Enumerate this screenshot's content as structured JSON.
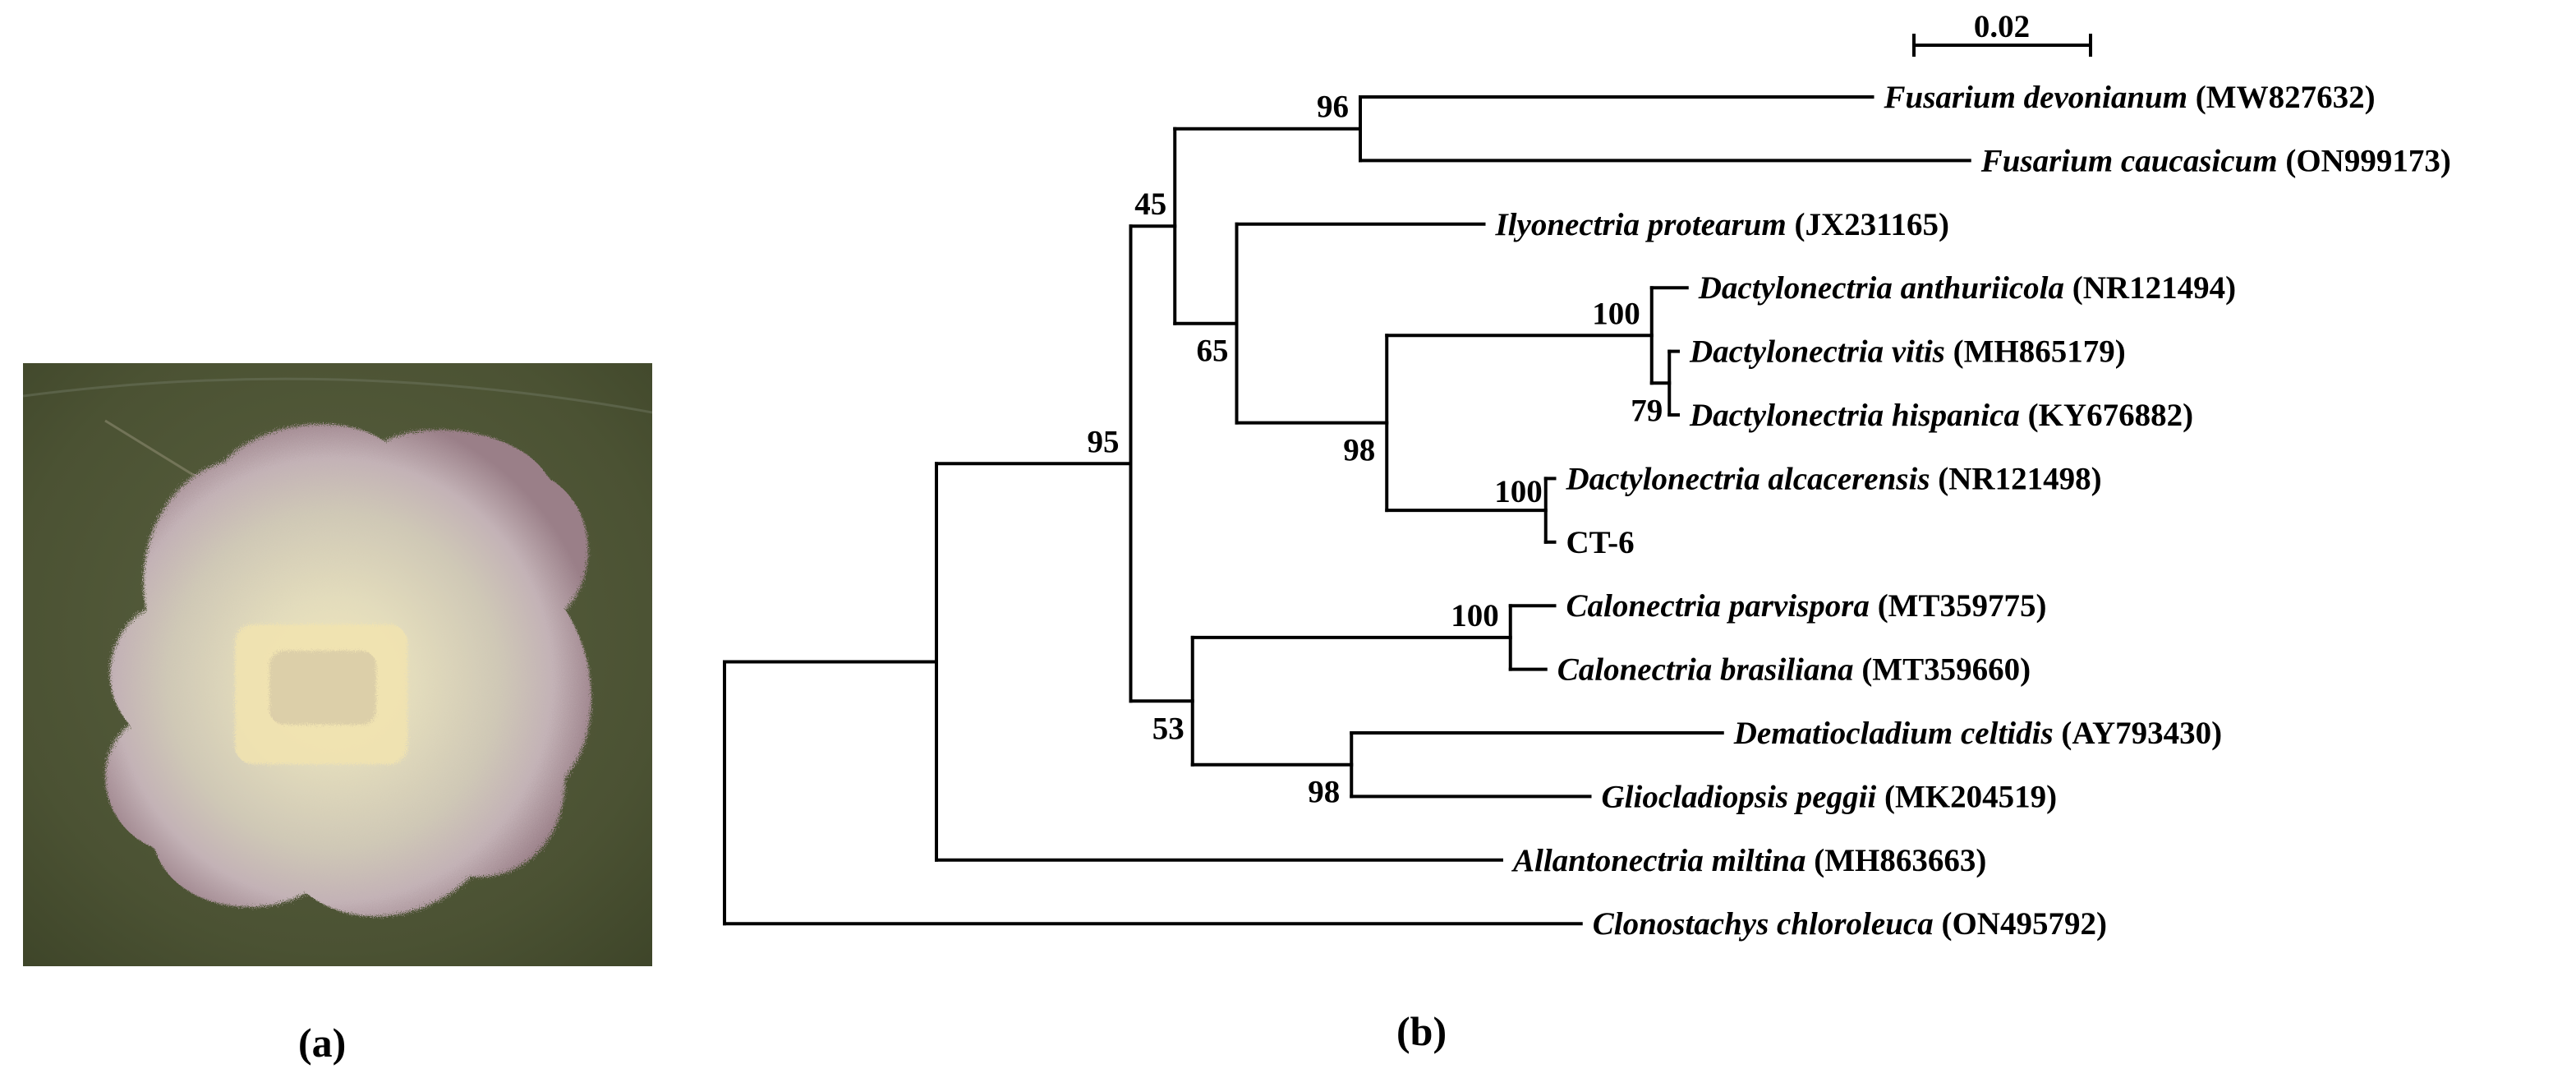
{
  "panels": {
    "a": {
      "label": "(a)"
    },
    "b": {
      "label": "(b)"
    }
  },
  "colors": {
    "agar_background": "#4b5233",
    "colony_outer": "#b09aa2",
    "colony_middle": "#d8d2b2",
    "colony_center": "#efe6b8",
    "line": "#000000"
  },
  "tree": {
    "scale_bar": {
      "label": "0.02",
      "value": 0.02
    },
    "nodes": [
      {
        "id": "root",
        "parent": null
      },
      {
        "id": "n_ingroup",
        "parent": "root",
        "length": 0.024,
        "support": null
      },
      {
        "id": "n95",
        "parent": "n_ingroup",
        "length": 0.022,
        "support": "95"
      },
      {
        "id": "n45",
        "parent": "n95",
        "length": 0.005,
        "support": "45"
      },
      {
        "id": "n96",
        "parent": "n45",
        "length": 0.021,
        "support": "96"
      },
      {
        "id": "n65",
        "parent": "n45",
        "length": 0.007,
        "support": "65"
      },
      {
        "id": "n98a",
        "parent": "n65",
        "length": 0.017,
        "support": "98"
      },
      {
        "id": "n100a",
        "parent": "n98a",
        "length": 0.03,
        "support": "100"
      },
      {
        "id": "n79",
        "parent": "n100a",
        "length": 0.002,
        "support": "79"
      },
      {
        "id": "n100b",
        "parent": "n98a",
        "length": 0.018,
        "support": "100"
      },
      {
        "id": "n53",
        "parent": "n95",
        "length": 0.007,
        "support": "53"
      },
      {
        "id": "n100c",
        "parent": "n53",
        "length": 0.036,
        "support": "100"
      },
      {
        "id": "n98b",
        "parent": "n53",
        "length": 0.018,
        "support": "98"
      }
    ],
    "leaves": [
      {
        "parent": "n96",
        "length": 0.058,
        "genus_species": "Fusarium devonianum",
        "accession": "(MW827632)"
      },
      {
        "parent": "n96",
        "length": 0.069,
        "genus_species": "Fusarium caucasicum",
        "accession": "(ON999173)"
      },
      {
        "parent": "n65",
        "length": 0.028,
        "genus_species": "Ilyonectria protearum",
        "accession": "(JX231165)"
      },
      {
        "parent": "n100a",
        "length": 0.004,
        "genus_species": "Dactylonectria anthuriicola",
        "accession": "(NR121494)"
      },
      {
        "parent": "n79",
        "length": 0.001,
        "genus_species": "Dactylonectria vitis",
        "accession": "(MH865179)"
      },
      {
        "parent": "n79",
        "length": 0.001,
        "genus_species": "Dactylonectria hispanica",
        "accession": "(KY676882)"
      },
      {
        "parent": "n100b",
        "length": 0.001,
        "genus_species": "Dactylonectria alcacerensis",
        "accession": "(NR121498)"
      },
      {
        "parent": "n100b",
        "length": 0.001,
        "genus_species": "",
        "accession": "CT-6"
      },
      {
        "parent": "n100c",
        "length": 0.005,
        "genus_species": "Calonectria parvispora",
        "accession": "(MT359775)"
      },
      {
        "parent": "n100c",
        "length": 0.004,
        "genus_species": "Calonectria brasiliana",
        "accession": "(MT359660)"
      },
      {
        "parent": "n98b",
        "length": 0.042,
        "genus_species": "Dematiocladium celtidis",
        "accession": "(AY793430)"
      },
      {
        "parent": "n98b",
        "length": 0.027,
        "genus_species": "Gliocladiopsis peggii",
        "accession": "(MK204519)"
      },
      {
        "parent": "n_ingroup",
        "length": 0.064,
        "genus_species": "Allantonectria miltina",
        "accession": "(MH863663)"
      },
      {
        "parent": "root",
        "length": 0.097,
        "genus_species": "Clonostachys chloroleuca",
        "accession": "(ON495792)"
      }
    ]
  }
}
